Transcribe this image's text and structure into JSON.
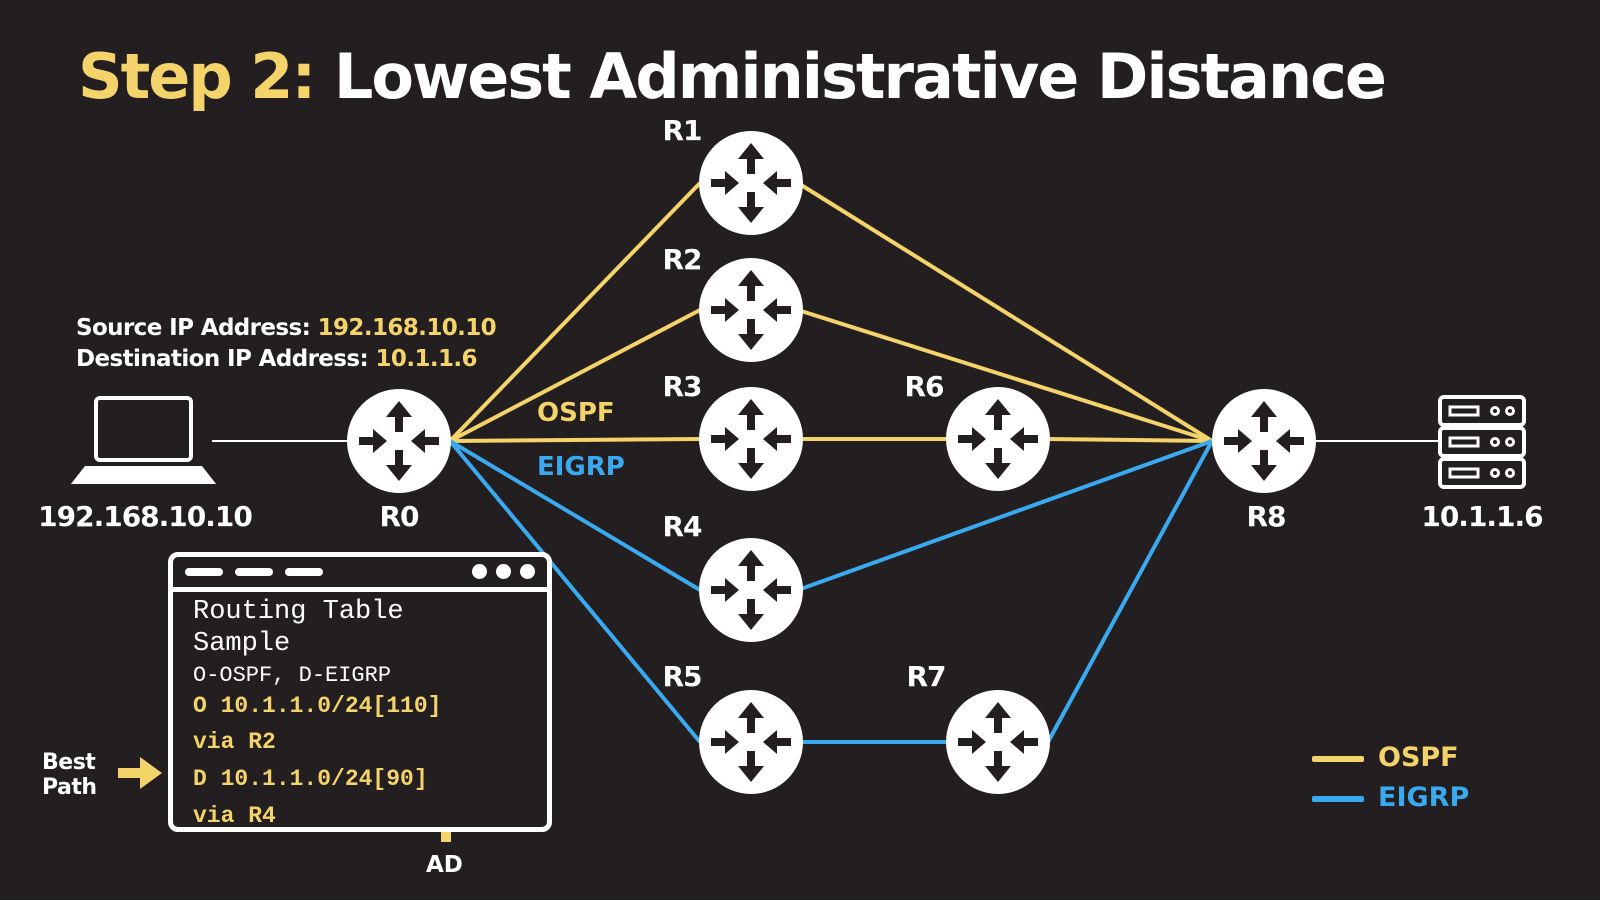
{
  "title": {
    "step": "Step 2:",
    "rest": "Lowest Administrative Distance"
  },
  "info": {
    "source_label": "Source IP Address:",
    "source_ip": "192.168.10.10",
    "dest_label": "Destination IP Address:",
    "dest_ip": "10.1.1.6"
  },
  "nodes": {
    "laptop": "192.168.10.10",
    "server": "10.1.1.6",
    "routers": [
      "R0",
      "R1",
      "R2",
      "R3",
      "R4",
      "R5",
      "R6",
      "R7",
      "R8"
    ]
  },
  "link_labels": {
    "ospf": "OSPF",
    "eigrp": "EIGRP"
  },
  "routing_table": {
    "title_line1": "Routing Table",
    "title_line2": "Sample",
    "codes": "O-OSPF, D-EIGRP",
    "route1": "O 10.1.1.0/24[110]",
    "route1_via": "via R2",
    "route2": "D 10.1.1.0/24[90]",
    "route2_via": "via R4"
  },
  "best_path": [
    "Best",
    "Path"
  ],
  "ad_label": "AD",
  "legend": {
    "ospf": "OSPF",
    "eigrp": "EIGRP"
  },
  "colors": {
    "ospf": "#f5d36b",
    "eigrp": "#3aaaf0",
    "background": "#231f20",
    "title_accent": "#f5d36b"
  },
  "icons": {
    "router": "router-icon",
    "laptop": "laptop-icon",
    "server": "server-icon"
  }
}
